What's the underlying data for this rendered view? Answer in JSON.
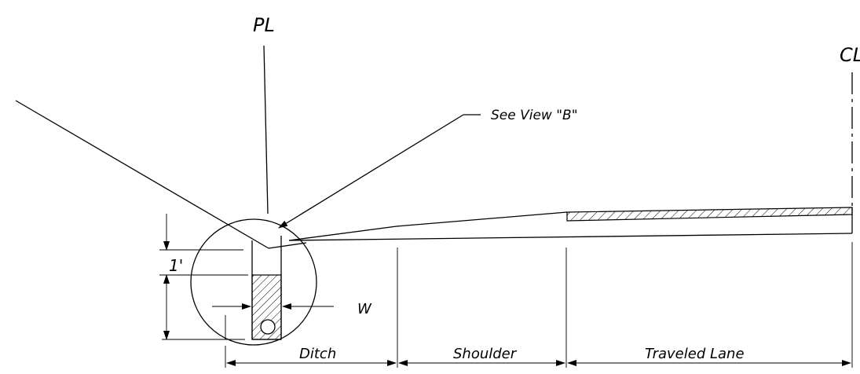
{
  "diagram": {
    "labels": {
      "pl_marker": "PL",
      "cl_marker": "CL",
      "see_view": "See View \"B\"",
      "one_foot": "1'",
      "width": "W",
      "ditch": "Ditch",
      "shoulder": "Shoulder",
      "traveled_lane": "Traveled Lane"
    },
    "colors": {
      "line": "#000000",
      "background": "#ffffff"
    }
  }
}
